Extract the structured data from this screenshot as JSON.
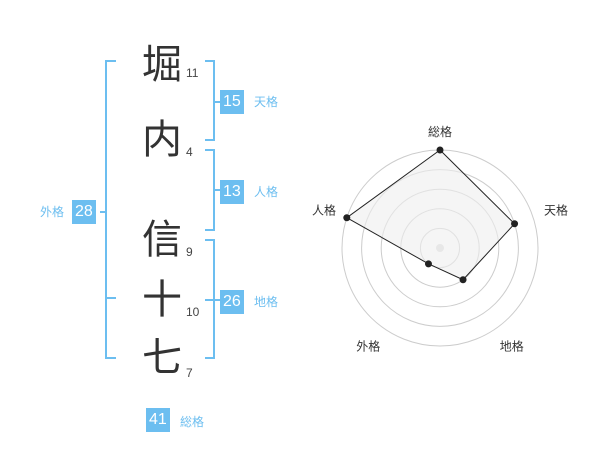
{
  "name": {
    "chars": [
      {
        "char": "堀",
        "strokes": "11"
      },
      {
        "char": "内",
        "strokes": "4"
      },
      {
        "char": "信",
        "strokes": "9"
      },
      {
        "char": "十",
        "strokes": "10"
      },
      {
        "char": "七",
        "strokes": "7"
      }
    ]
  },
  "fortunes": {
    "tenkaku": {
      "value": "15",
      "label": "天格"
    },
    "jinkaku": {
      "value": "13",
      "label": "人格"
    },
    "chikaku": {
      "value": "26",
      "label": "地格"
    },
    "gaikaku": {
      "value": "28",
      "label": "外格"
    },
    "soukaku": {
      "value": "41",
      "label": "総格"
    }
  },
  "radar": {
    "axes": [
      "総格",
      "天格",
      "地格",
      "外格",
      "人格"
    ],
    "values": [
      5,
      4,
      2,
      1,
      5
    ],
    "max": 5,
    "line_color": "#222222",
    "fill_color": "#eeeeee",
    "grid_color": "#cccccc"
  }
}
